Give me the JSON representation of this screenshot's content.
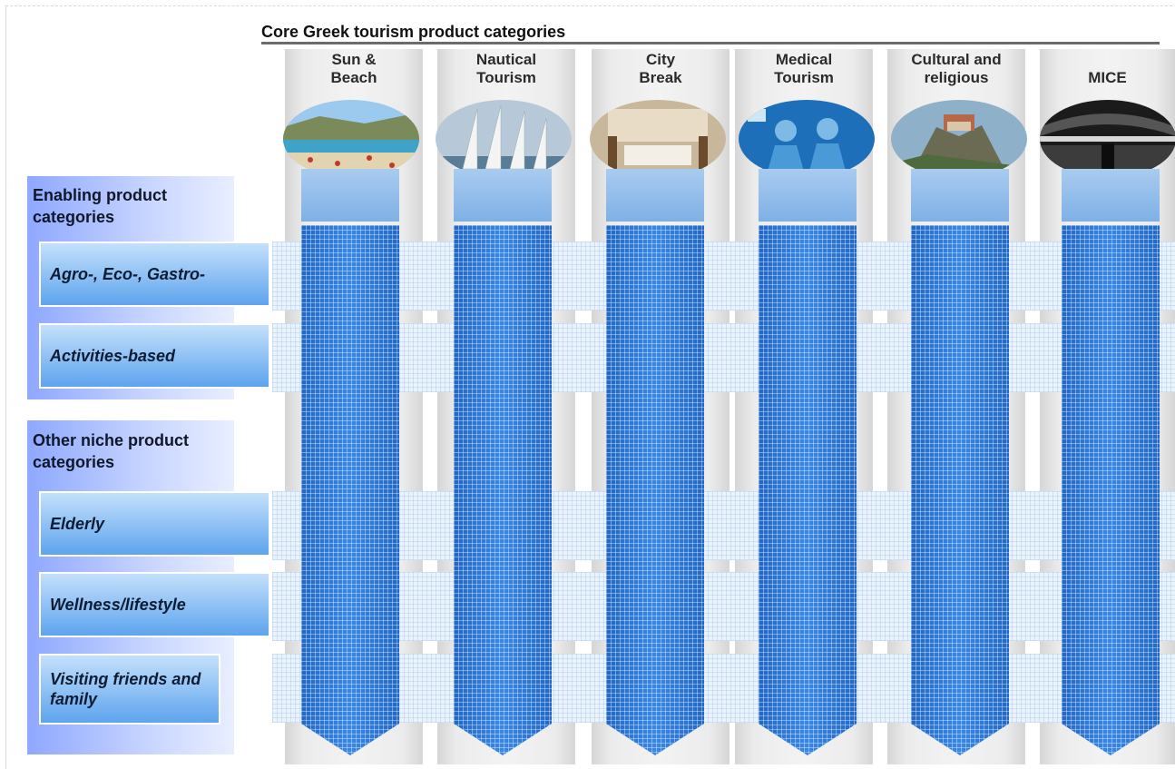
{
  "title": "Core Greek tourism product categories",
  "core_categories": [
    {
      "line1": "Sun &",
      "line2": "Beach",
      "photo": "beach-photo"
    },
    {
      "line1": "Nautical",
      "line2": "Tourism",
      "photo": "sailboats-photo"
    },
    {
      "line1": "City",
      "line2": "Break",
      "photo": "hotel-lounge-photo"
    },
    {
      "line1": "Medical",
      "line2": "Tourism",
      "photo": "surgeons-photo"
    },
    {
      "line1": "Cultural and",
      "line2": "religious",
      "photo": "monastery-photo"
    },
    {
      "line1": "",
      "line2": "MICE",
      "photo": "conference-hall-photo"
    }
  ],
  "groups": [
    {
      "label_line1": "Enabling product",
      "label_line2": "categories",
      "rows": [
        "Agro-, Eco-, Gastro-",
        "Activities-based"
      ]
    },
    {
      "label_line1": "Other niche product",
      "label_line2": "categories",
      "rows": [
        "Elderly",
        "Wellness/lifestyle",
        "Visiting friends and family"
      ]
    }
  ],
  "colors": {
    "arrow": "#2e7fe0",
    "group_panel": "#8ea8ff",
    "row_box": "#5ea4ee"
  }
}
